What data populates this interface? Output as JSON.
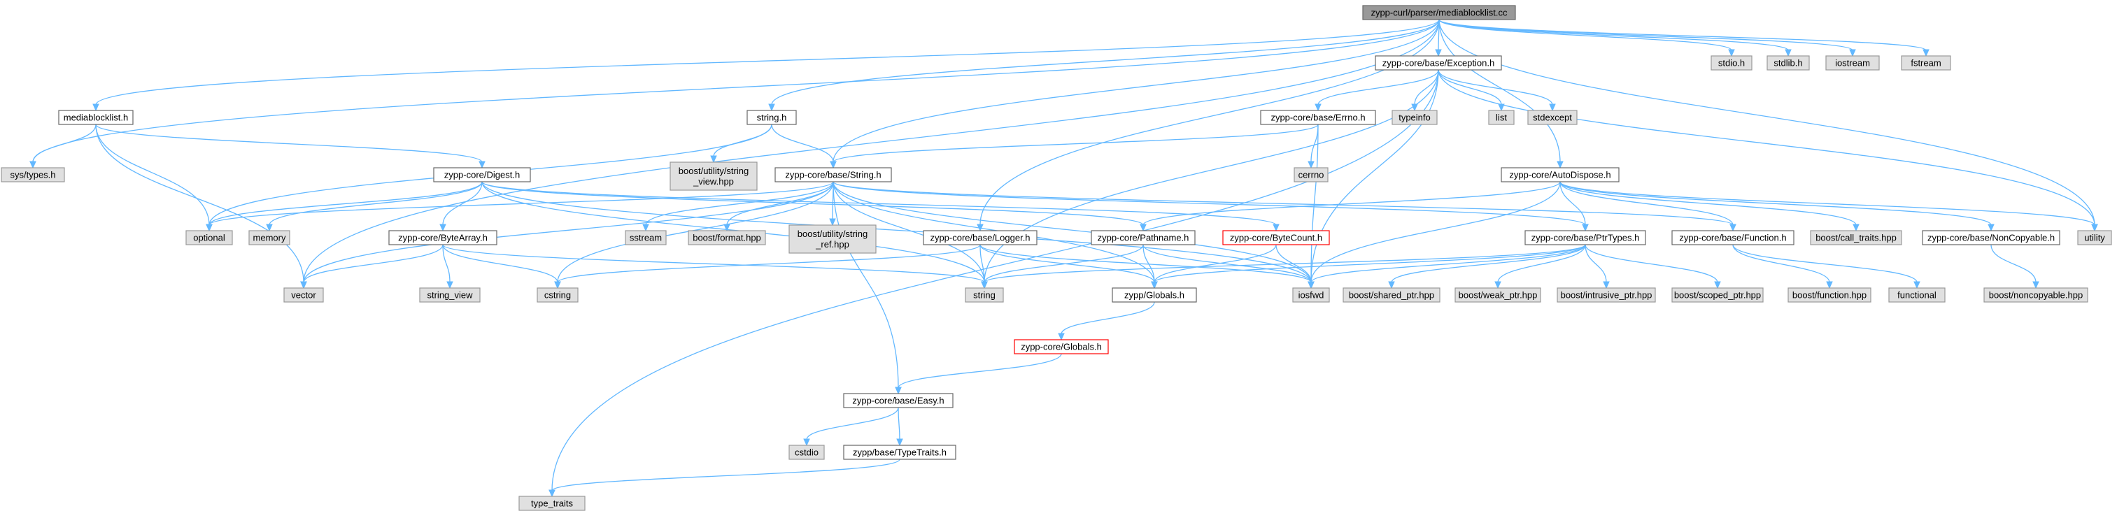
{
  "title": "zypp-curl/parser/mediablocklist.cc",
  "colors": {
    "root_fill": "#999999",
    "root_border": "#666666",
    "plain_fill": "#ffffff",
    "plain_border": "#666666",
    "system_fill": "#e0e0e0",
    "system_border": "#999999",
    "missing_border": "#ff0000",
    "edge": "#63b8ff"
  },
  "nodes": [
    {
      "id": "root",
      "label": "zypp-curl/parser/mediablocklist.cc",
      "kind": "root"
    },
    {
      "id": "stdio",
      "label": "stdio.h",
      "kind": "system"
    },
    {
      "id": "stdlib",
      "label": "stdlib.h",
      "kind": "system"
    },
    {
      "id": "iostream",
      "label": "iostream",
      "kind": "system"
    },
    {
      "id": "fstream",
      "label": "fstream",
      "kind": "system"
    },
    {
      "id": "exception",
      "label": "zypp-core/base/Exception.h",
      "kind": "plain"
    },
    {
      "id": "mediablocklist",
      "label": "mediablocklist.h",
      "kind": "plain"
    },
    {
      "id": "stringh",
      "label": "string.h",
      "kind": "plain"
    },
    {
      "id": "errno_h",
      "label": "zypp-core/base/Errno.h",
      "kind": "plain"
    },
    {
      "id": "typeinfo",
      "label": "typeinfo",
      "kind": "system"
    },
    {
      "id": "list",
      "label": "list",
      "kind": "system"
    },
    {
      "id": "stdexcept",
      "label": "stdexcept",
      "kind": "system"
    },
    {
      "id": "systypes",
      "label": "sys/types.h",
      "kind": "system"
    },
    {
      "id": "strview_hpp",
      "label": "boost/utility/string_view.hpp",
      "lines": [
        "boost/utility/string",
        "_view.hpp"
      ],
      "kind": "system"
    },
    {
      "id": "digest",
      "label": "zypp-core/Digest.h",
      "kind": "plain"
    },
    {
      "id": "string_h",
      "label": "zypp-core/base/String.h",
      "kind": "plain"
    },
    {
      "id": "cerrno",
      "label": "cerrno",
      "kind": "system"
    },
    {
      "id": "autodispose",
      "label": "zypp-core/AutoDispose.h",
      "kind": "plain"
    },
    {
      "id": "optional",
      "label": "optional",
      "kind": "system"
    },
    {
      "id": "memory",
      "label": "memory",
      "kind": "system"
    },
    {
      "id": "bytearray",
      "label": "zypp-core/ByteArray.h",
      "kind": "plain"
    },
    {
      "id": "sstream",
      "label": "sstream",
      "kind": "system"
    },
    {
      "id": "format_hpp",
      "label": "boost/format.hpp",
      "kind": "system"
    },
    {
      "id": "strref_hpp",
      "label": "boost/utility/string_ref.hpp",
      "lines": [
        "boost/utility/string",
        "_ref.hpp"
      ],
      "kind": "system"
    },
    {
      "id": "logger",
      "label": "zypp-core/base/Logger.h",
      "kind": "plain"
    },
    {
      "id": "pathname",
      "label": "zypp-core/Pathname.h",
      "kind": "plain"
    },
    {
      "id": "bytecount",
      "label": "zypp-core/ByteCount.h",
      "kind": "missing"
    },
    {
      "id": "ptrtypes",
      "label": "zypp-core/base/PtrTypes.h",
      "kind": "plain"
    },
    {
      "id": "function_h",
      "label": "zypp-core/base/Function.h",
      "kind": "plain"
    },
    {
      "id": "calltraits",
      "label": "boost/call_traits.hpp",
      "kind": "system"
    },
    {
      "id": "noncopyable_h",
      "label": "zypp-core/base/NonCopyable.h",
      "kind": "plain"
    },
    {
      "id": "utility",
      "label": "utility",
      "kind": "system"
    },
    {
      "id": "vector",
      "label": "vector",
      "kind": "system"
    },
    {
      "id": "string_view",
      "label": "string_view",
      "kind": "system"
    },
    {
      "id": "cstring",
      "label": "cstring",
      "kind": "system"
    },
    {
      "id": "string",
      "label": "string",
      "kind": "system"
    },
    {
      "id": "globals_zypp",
      "label": "zypp/Globals.h",
      "kind": "plain"
    },
    {
      "id": "iosfwd",
      "label": "iosfwd",
      "kind": "system"
    },
    {
      "id": "sharedptr",
      "label": "boost/shared_ptr.hpp",
      "kind": "system"
    },
    {
      "id": "weakptr",
      "label": "boost/weak_ptr.hpp",
      "kind": "system"
    },
    {
      "id": "intrusiveptr",
      "label": "boost/intrusive_ptr.hpp",
      "kind": "system"
    },
    {
      "id": "scopedptr",
      "label": "boost/scoped_ptr.hpp",
      "kind": "system"
    },
    {
      "id": "functionhpp",
      "label": "boost/function.hpp",
      "kind": "system"
    },
    {
      "id": "functional",
      "label": "functional",
      "kind": "system"
    },
    {
      "id": "noncopyablehpp",
      "label": "boost/noncopyable.hpp",
      "kind": "system"
    },
    {
      "id": "globals_core",
      "label": "zypp-core/Globals.h",
      "kind": "missing"
    },
    {
      "id": "easy",
      "label": "zypp-core/base/Easy.h",
      "kind": "plain"
    },
    {
      "id": "cstdio",
      "label": "cstdio",
      "kind": "system"
    },
    {
      "id": "typetraits_h",
      "label": "zypp/base/TypeTraits.h",
      "kind": "plain"
    },
    {
      "id": "type_traits",
      "label": "type_traits",
      "kind": "system"
    }
  ],
  "edges": [
    [
      "root",
      "stdio"
    ],
    [
      "root",
      "stdlib"
    ],
    [
      "root",
      "iostream"
    ],
    [
      "root",
      "fstream"
    ],
    [
      "root",
      "exception"
    ],
    [
      "root",
      "mediablocklist"
    ],
    [
      "root",
      "stringh"
    ],
    [
      "root",
      "string_h"
    ],
    [
      "root",
      "logger"
    ],
    [
      "root",
      "autodispose"
    ],
    [
      "root",
      "utility"
    ],
    [
      "root",
      "vector"
    ],
    [
      "root",
      "systypes"
    ],
    [
      "exception",
      "errno_h"
    ],
    [
      "exception",
      "typeinfo"
    ],
    [
      "exception",
      "list"
    ],
    [
      "exception",
      "stdexcept"
    ],
    [
      "exception",
      "iosfwd"
    ],
    [
      "exception",
      "string"
    ],
    [
      "exception",
      "type_traits"
    ],
    [
      "exception",
      "utility"
    ],
    [
      "mediablocklist",
      "systypes"
    ],
    [
      "mediablocklist",
      "vector"
    ],
    [
      "mediablocklist",
      "optional"
    ],
    [
      "mediablocklist",
      "digest"
    ],
    [
      "stringh",
      "strview_hpp"
    ],
    [
      "stringh",
      "string_h"
    ],
    [
      "stringh",
      "optional"
    ],
    [
      "errno_h",
      "cerrno"
    ],
    [
      "errno_h",
      "string_h"
    ],
    [
      "errno_h",
      "iosfwd"
    ],
    [
      "digest",
      "optional"
    ],
    [
      "digest",
      "memory"
    ],
    [
      "digest",
      "bytearray"
    ],
    [
      "digest",
      "string"
    ],
    [
      "digest",
      "pathname"
    ],
    [
      "digest",
      "bytecount"
    ],
    [
      "digest",
      "iosfwd"
    ],
    [
      "string_h",
      "optional"
    ],
    [
      "string_h",
      "vector"
    ],
    [
      "string_h",
      "cstring"
    ],
    [
      "string_h",
      "string"
    ],
    [
      "string_h",
      "sstream"
    ],
    [
      "string_h",
      "format_hpp"
    ],
    [
      "string_h",
      "strref_hpp"
    ],
    [
      "string_h",
      "easy"
    ],
    [
      "string_h",
      "ptrtypes"
    ],
    [
      "string_h",
      "function_h"
    ],
    [
      "string_h",
      "iosfwd"
    ],
    [
      "string_h",
      "globals_zypp"
    ],
    [
      "autodispose",
      "ptrtypes"
    ],
    [
      "autodispose",
      "function_h"
    ],
    [
      "autodispose",
      "calltraits"
    ],
    [
      "autodispose",
      "noncopyable_h"
    ],
    [
      "autodispose",
      "utility"
    ],
    [
      "autodispose",
      "iosfwd"
    ],
    [
      "autodispose",
      "pathname"
    ],
    [
      "bytearray",
      "vector"
    ],
    [
      "bytearray",
      "string_view"
    ],
    [
      "bytearray",
      "cstring"
    ],
    [
      "bytearray",
      "string"
    ],
    [
      "logger",
      "string"
    ],
    [
      "logger",
      "iosfwd"
    ],
    [
      "logger",
      "globals_zypp"
    ],
    [
      "logger",
      "cstring"
    ],
    [
      "pathname",
      "string"
    ],
    [
      "pathname",
      "iosfwd"
    ],
    [
      "pathname",
      "globals_zypp"
    ],
    [
      "bytecount",
      "iosfwd"
    ],
    [
      "bytecount",
      "globals_zypp"
    ],
    [
      "ptrtypes",
      "string"
    ],
    [
      "ptrtypes",
      "iosfwd"
    ],
    [
      "ptrtypes",
      "sharedptr"
    ],
    [
      "ptrtypes",
      "weakptr"
    ],
    [
      "ptrtypes",
      "intrusiveptr"
    ],
    [
      "ptrtypes",
      "scopedptr"
    ],
    [
      "ptrtypes",
      "globals_zypp"
    ],
    [
      "function_h",
      "functionhpp"
    ],
    [
      "function_h",
      "functional"
    ],
    [
      "noncopyable_h",
      "noncopyablehpp"
    ],
    [
      "globals_zypp",
      "globals_core"
    ],
    [
      "globals_core",
      "easy"
    ],
    [
      "easy",
      "cstdio"
    ],
    [
      "easy",
      "typetraits_h"
    ],
    [
      "typetraits_h",
      "type_traits"
    ]
  ]
}
